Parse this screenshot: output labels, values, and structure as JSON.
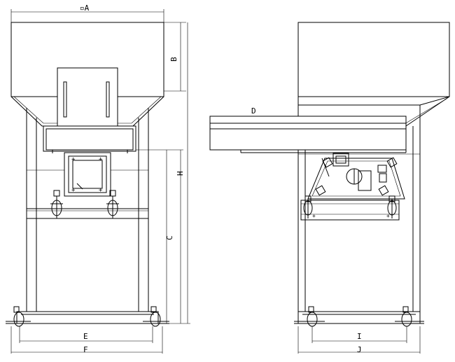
{
  "dimensions": {
    "A": "▫A",
    "B": "B",
    "C": "C",
    "D": "D",
    "E": "E",
    "F": "F",
    "H": "H",
    "I": "I",
    "J": "J"
  }
}
